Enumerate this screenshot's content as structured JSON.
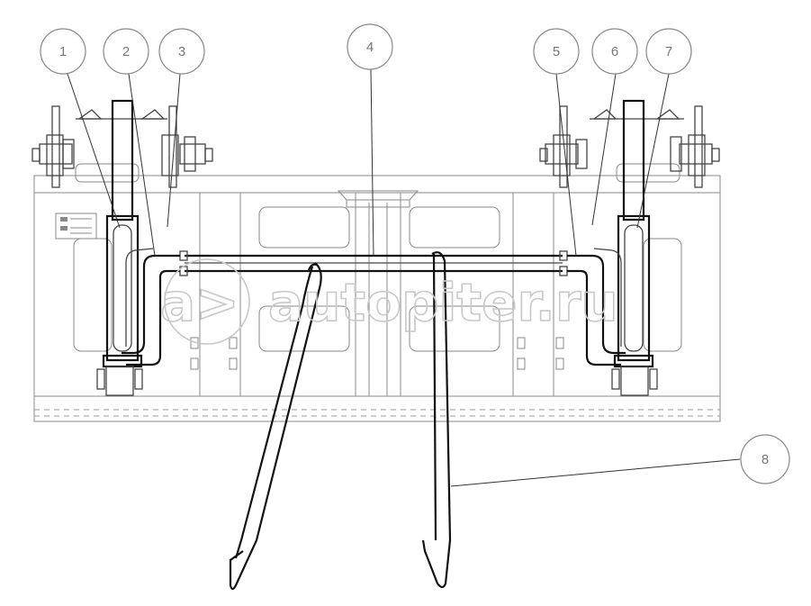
{
  "callouts": [
    {
      "label": "1"
    },
    {
      "label": "2"
    },
    {
      "label": "3"
    },
    {
      "label": "4"
    },
    {
      "label": "5"
    },
    {
      "label": "6"
    },
    {
      "label": "7"
    },
    {
      "label": "8"
    }
  ],
  "watermark": {
    "text": "autopiter.ru",
    "logo": "a>"
  }
}
